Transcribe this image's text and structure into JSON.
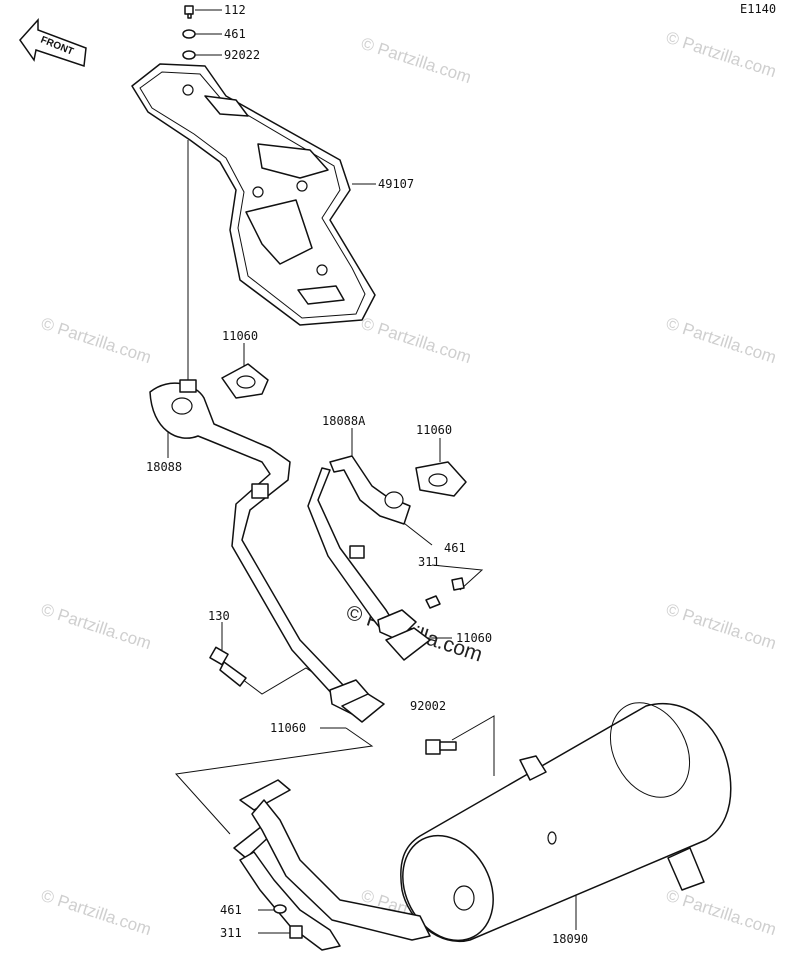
{
  "diagram_code": "E1140",
  "front_label": "FRONT",
  "watermark": "© Partzilla.com",
  "part_labels": {
    "p112": "112",
    "p461_top": "461",
    "p92022": "92022",
    "p49107": "49107",
    "p11060_a": "11060",
    "p18088": "18088",
    "p18088A": "18088A",
    "p11060_b": "11060",
    "p311_mid": "311",
    "p461_mid": "461",
    "p11060_c": "11060",
    "p130": "130",
    "p11060_d": "11060",
    "p92002": "92002",
    "p461_bot": "461",
    "p311_bot": "311",
    "p18090": "18090"
  }
}
